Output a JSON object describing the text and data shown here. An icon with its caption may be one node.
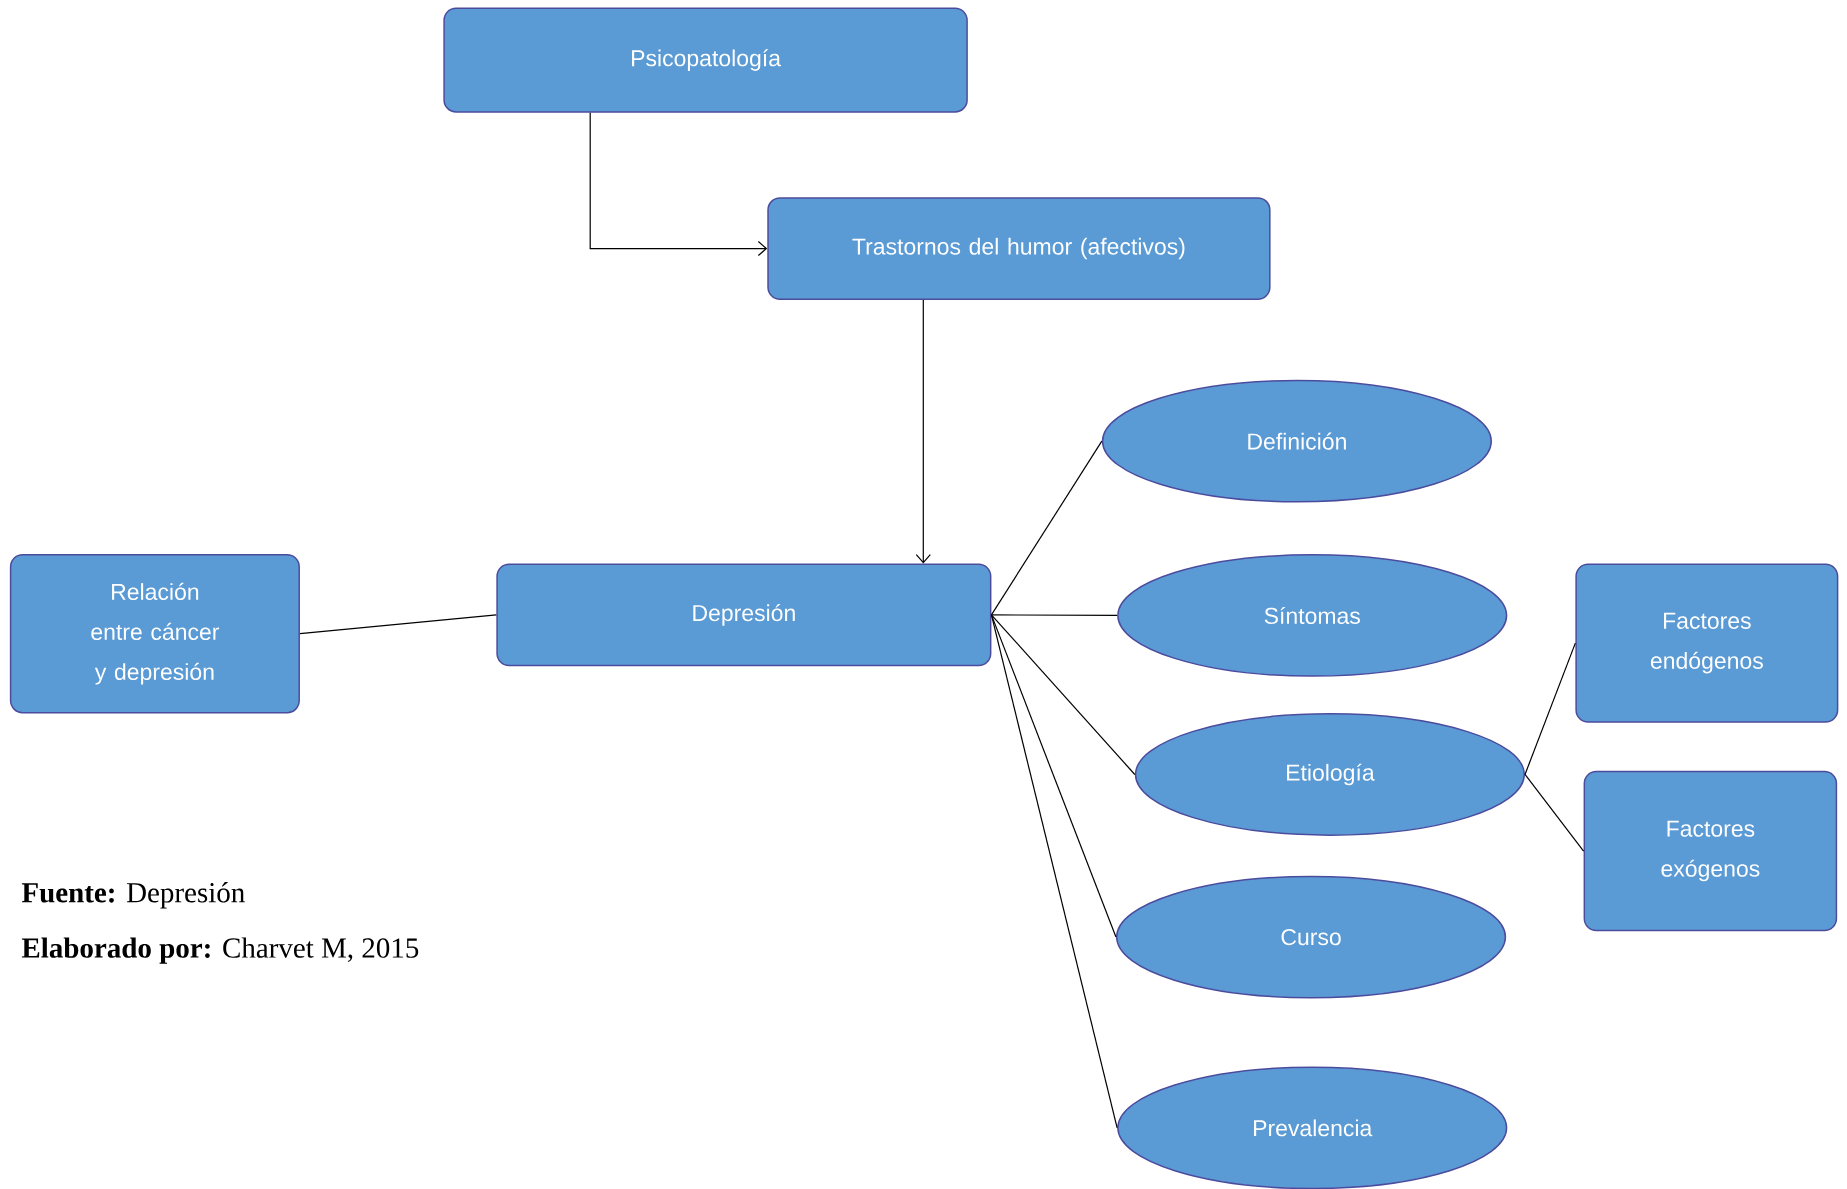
{
  "diagram": {
    "nodes": [
      {
        "text": [
          "Psicopatología"
        ]
      },
      {
        "text": [
          "Trastornos del humor (afectivos)"
        ]
      },
      {
        "text": [
          "Relación entre cáncer y depresión"
        ]
      },
      {
        "text": [
          "Depresión"
        ]
      },
      {
        "text": [
          "Definición"
        ]
      },
      {
        "text": [
          "Síntomas"
        ]
      },
      {
        "text": [
          "Etiología"
        ]
      },
      {
        "text": [
          "Curso"
        ]
      },
      {
        "text": [
          "Prevalencia"
        ]
      },
      {
        "text": [
          "Factores endógenos"
        ]
      },
      {
        "text": [
          "Factores exógenos"
        ]
      }
    ],
    "edges": [
      {
        "from": 0,
        "to": 1,
        "arrow": "to"
      },
      {
        "from": 1,
        "to": 3,
        "arrow": "to"
      },
      {
        "from": 2,
        "to": 3,
        "arrow": "none"
      },
      {
        "from": 3,
        "to": 4,
        "arrow": "none"
      },
      {
        "from": 3,
        "to": 5,
        "arrow": "none"
      },
      {
        "from": 3,
        "to": 6,
        "arrow": "none"
      },
      {
        "from": 3,
        "to": 7,
        "arrow": "none"
      },
      {
        "from": 3,
        "to": 8,
        "arrow": "none"
      },
      {
        "from": 6,
        "to": 9,
        "arrow": "none"
      },
      {
        "from": 6,
        "to": 10,
        "arrow": "none"
      }
    ],
    "labels": [
      "**Fuente:** Depresión",
      "**Elaborado por:** Charvet M, 2015"
    ]
  }
}
